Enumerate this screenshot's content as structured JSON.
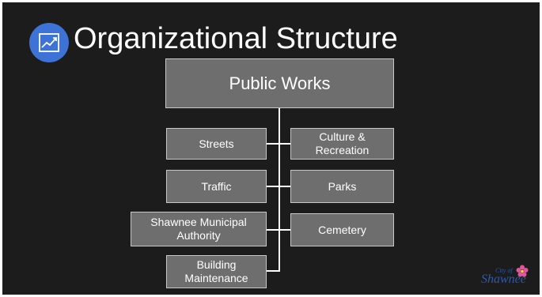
{
  "title": "Organizational Structure",
  "root": "Public Works",
  "left_column": [
    "Streets",
    "Traffic",
    "Shawnee Municipal Authority",
    "Building Maintenance"
  ],
  "right_column": [
    "Culture & Recreation",
    "Parks",
    "Cemetery"
  ],
  "logo": {
    "small": "City of",
    "main": "Shawnee"
  },
  "colors": {
    "slide_bg": "#1c1c1c",
    "box_fill": "#6e6e6e",
    "box_border": "#c8c8c8",
    "icon_circle": "#3d72d6",
    "logo_text": "#2d5aa8",
    "flower": "#e0559e"
  },
  "icons": {
    "title_icon": "trending-up-chart-icon",
    "logo_flower": "flower-icon"
  }
}
